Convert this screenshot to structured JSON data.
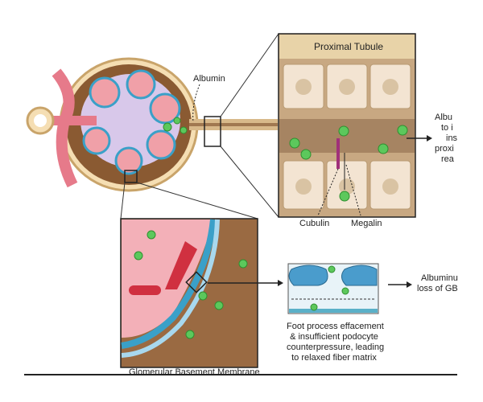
{
  "labels": {
    "albumin": "Albumin",
    "proximal_tubule": "Proximal Tubule",
    "cubulin": "Cubulin",
    "megalin": "Megalin",
    "gbm": "Glomerular Basement Membrane",
    "foot_process": [
      "Foot process effacement",
      "& insufficient podocyte",
      "counterpressure, leading",
      "to relaxed fiber matrix"
    ],
    "right_top": [
      "Albu",
      "to i",
      "ins",
      "proxi",
      "rea"
    ],
    "right_bottom": [
      "Albuminu",
      "loss of GB"
    ]
  },
  "colors": {
    "albumin": "#5cc85c",
    "tubule_cell": "#f3e4d2",
    "capsule": "#8a5a32",
    "capillary": "#f0a0a8",
    "podocyte": "#4a9ccc"
  }
}
